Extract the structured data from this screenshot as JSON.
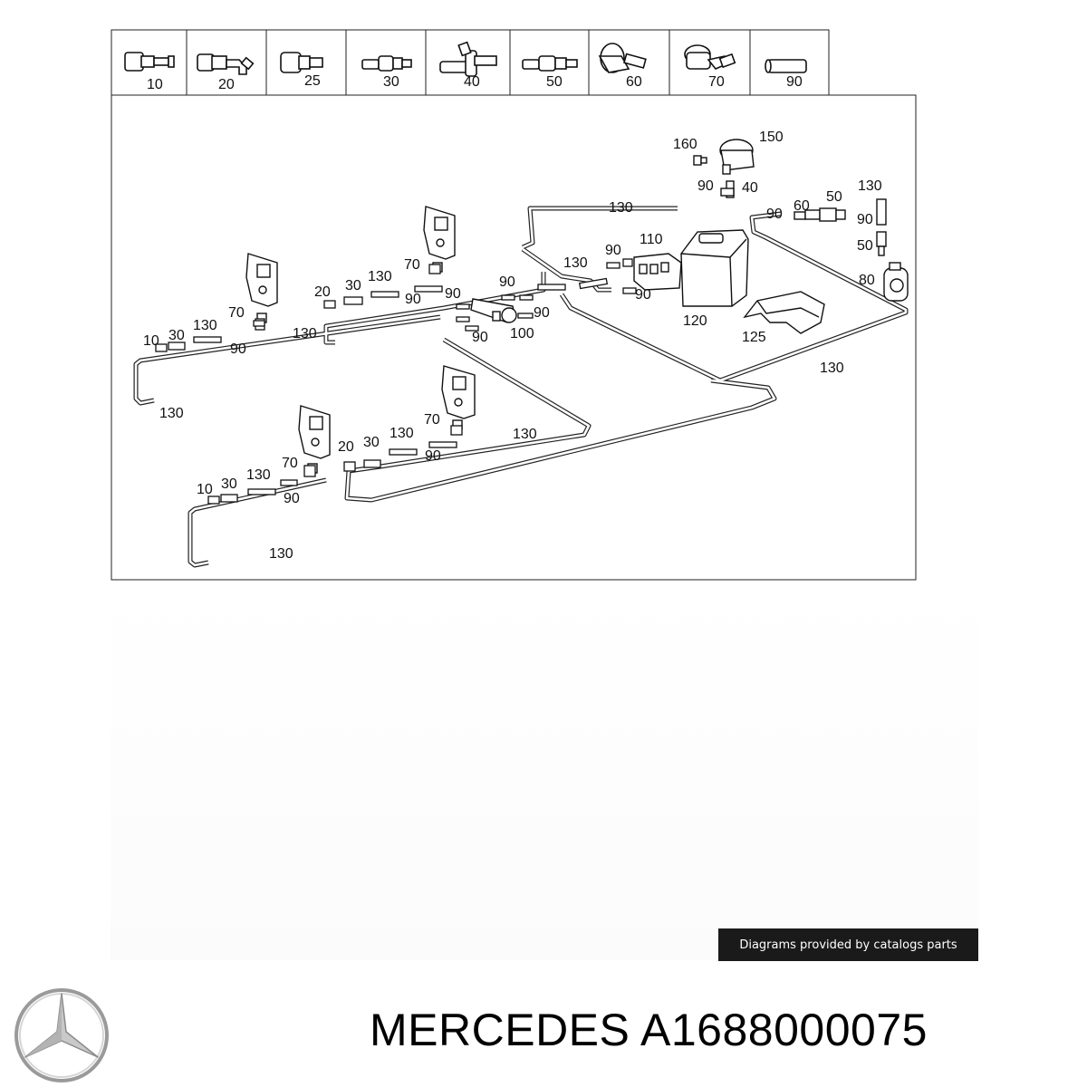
{
  "legend": {
    "items": [
      {
        "label": "10",
        "icon": "quick-connector-straight-icon"
      },
      {
        "label": "20",
        "icon": "quick-connector-elbow-icon"
      },
      {
        "label": "25",
        "icon": "connector-sleeve-icon"
      },
      {
        "label": "30",
        "icon": "inline-connector-icon"
      },
      {
        "label": "40",
        "icon": "tee-connector-icon"
      },
      {
        "label": "50",
        "icon": "reducer-connector-icon"
      },
      {
        "label": "60",
        "icon": "check-valve-icon"
      },
      {
        "label": "70",
        "icon": "elbow-quick-connector-icon"
      },
      {
        "label": "90",
        "icon": "hose-piece-icon"
      }
    ]
  },
  "callouts": {
    "c160": "160",
    "c150": "150",
    "c90_a": "90",
    "c40": "40",
    "c130_a": "130",
    "c130_b": "130",
    "c90_b": "90",
    "c60": "60",
    "c50_a": "50",
    "c90_c": "90",
    "c50_b": "50",
    "c80": "80",
    "c110": "110",
    "c90_d": "90",
    "c130_c": "130",
    "c90_e": "90",
    "c120": "120",
    "c125": "125",
    "c130_d": "130",
    "c70_a": "70",
    "c130_e": "130",
    "c30_a": "30",
    "c20_a": "20",
    "c90_f": "90",
    "c90_g": "90",
    "c90_h": "90",
    "c130_f": "130",
    "c90_i": "90",
    "c100": "100",
    "c90_j": "90",
    "c130_g": "130",
    "c70_b": "70",
    "c10_a": "10",
    "c30_b": "30",
    "c90_k": "90",
    "c130_h": "130",
    "c70_c": "70",
    "c130_i": "130",
    "c30_c": "30",
    "c20_b": "20",
    "c90_l": "90",
    "c130_j": "130",
    "c10_b": "10",
    "c30_d": "30",
    "c130_k": "130",
    "c70_d": "70",
    "c90_m": "90",
    "c130_l": "130"
  },
  "banner": {
    "text": "Diagrams provided by catalogs parts"
  },
  "brand": {
    "title": "MERCEDES A1688000075",
    "logo": "mercedes-star-logo-icon"
  }
}
